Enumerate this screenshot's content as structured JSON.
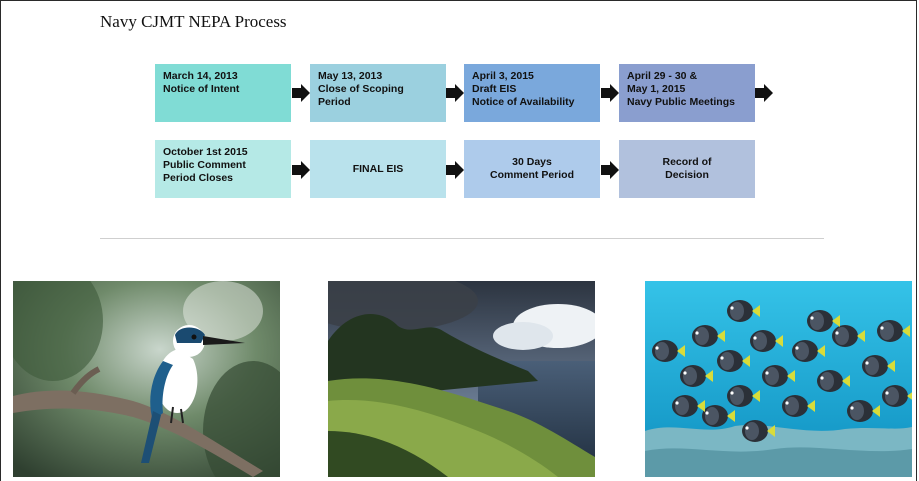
{
  "page": {
    "title": "Navy CJMT NEPA Process"
  },
  "steps": [
    {
      "label": "March 14, 2013\nNotice of Intent",
      "color": "#80dcd5"
    },
    {
      "label": "May 13, 2013\nClose of Scoping\nPeriod",
      "color": "#9bd0df"
    },
    {
      "label": "April 3, 2015\nDraft EIS\nNotice of Availability",
      "color": "#7aa8dc"
    },
    {
      "label": "April 29 - 30 &\nMay 1, 2015\nNavy Public Meetings",
      "color": "#8a9ecf"
    },
    {
      "label": "October 1st 2015\nPublic Comment\nPeriod Closes",
      "color": "#b5e9e6"
    },
    {
      "label": "FINAL EIS",
      "color": "#b9e2ec"
    },
    {
      "label": "30 Days\nComment Period",
      "color": "#aecbeb"
    },
    {
      "label": "Record of\nDecision",
      "color": "#b1c1dd"
    }
  ],
  "photos": [
    {
      "subject": "kingfisher-bird-on-branch"
    },
    {
      "subject": "island-coastline-mountains"
    },
    {
      "subject": "school-of-tropical-fish"
    }
  ]
}
